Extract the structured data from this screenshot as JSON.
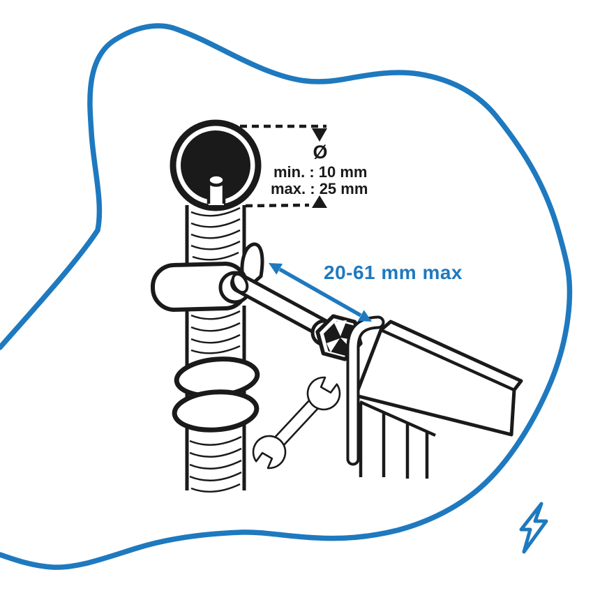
{
  "colors": {
    "accent": "#1e79bf",
    "ink": "#1a1a1a",
    "background": "#ffffff"
  },
  "annotations": {
    "diameter_symbol": "Ø",
    "diameter_min": "min. : 10 mm",
    "diameter_max": "max. : 25 mm",
    "clamp_range": "20-61 mm max"
  },
  "icons": {
    "wrench": "wrench-icon",
    "lightning": "lightning-bolt-icon"
  },
  "figure": {
    "description_elements": [
      "pole-top-view",
      "vertical-pole",
      "clamp-band",
      "threaded-rod",
      "hex-nut",
      "mounting-bracket",
      "gate-frame",
      "rubber-rings"
    ]
  }
}
